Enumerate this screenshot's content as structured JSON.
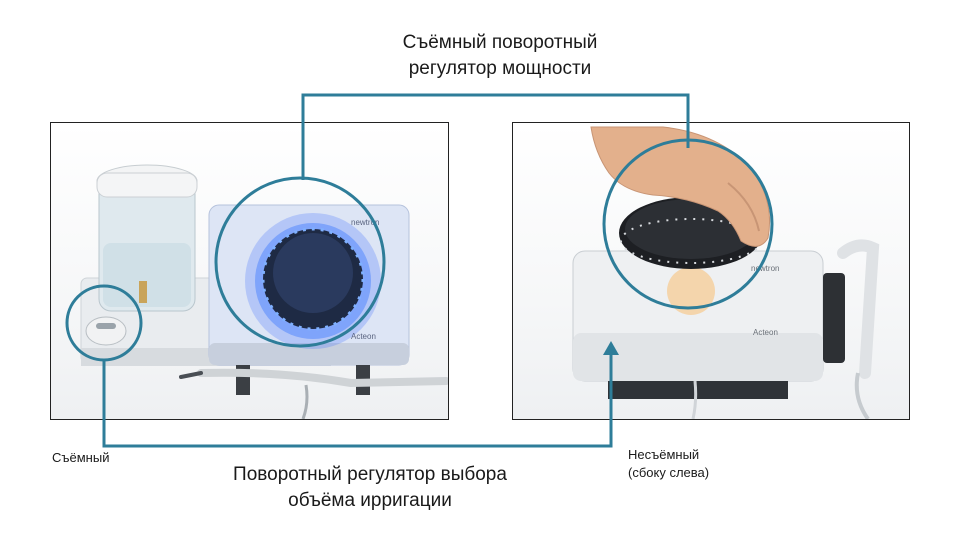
{
  "annotations": {
    "top_callout": [
      "Съёмный поворотный",
      "регулятор мощности"
    ],
    "bottom_callout": [
      "Поворотный регулятор выбора",
      "объёма ирригации"
    ],
    "left_caption": "Съёмный",
    "right_caption": [
      "Несъёмный",
      "(сбоку слева)"
    ]
  },
  "device": {
    "brand_text": "newtron",
    "maker_text": "Acteon"
  },
  "colors": {
    "callout_line": "#2e7d99",
    "text": "#1a1a1a",
    "frame": "#222222",
    "knob_glow": "#2f6cff"
  }
}
